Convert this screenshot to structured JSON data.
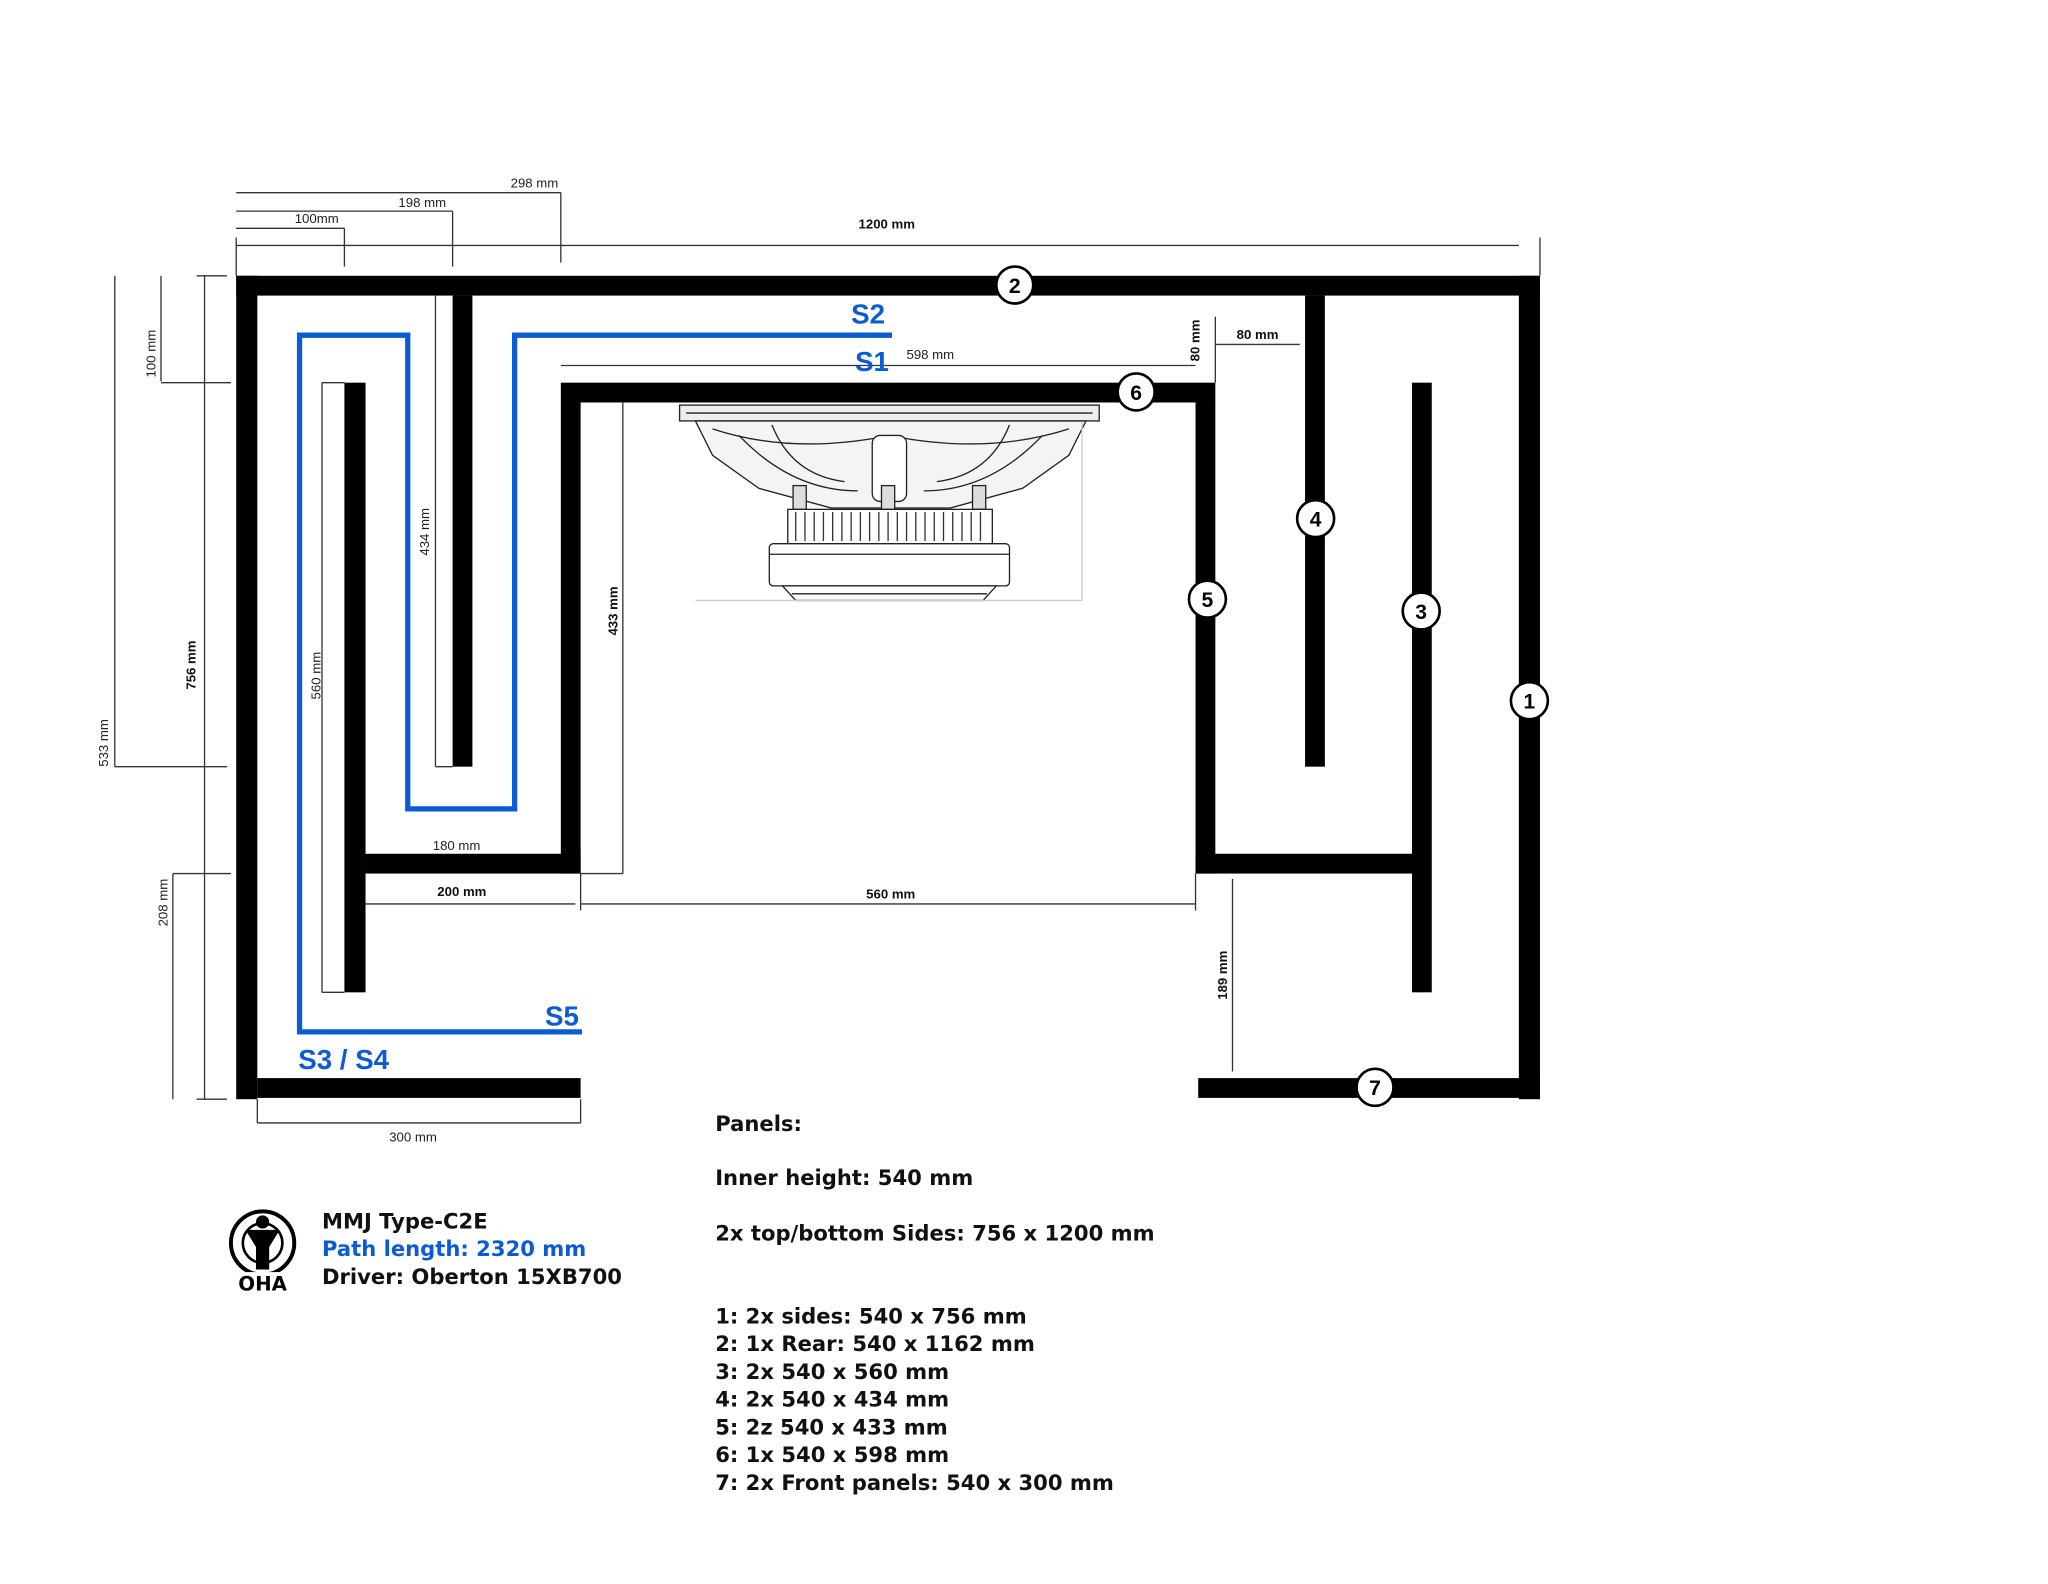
{
  "dimensions": {
    "d1200": "1200 mm",
    "d298": "298 mm",
    "d198": "198 mm",
    "d100top": "100mm",
    "d598": "598 mm",
    "d80h": "80 mm",
    "d80v": "80 mm",
    "d100left": "100 mm",
    "d756": "756 mm",
    "d533": "533 mm",
    "d208": "208 mm",
    "d434": "434 mm",
    "d560v": "560 mm",
    "d433": "433 mm",
    "d180": "180 mm",
    "d200": "200 mm",
    "d560h": "560 mm",
    "d189": "189 mm",
    "d300": "300 mm"
  },
  "panel_numbers": [
    "1",
    "2",
    "3",
    "4",
    "5",
    "6",
    "7"
  ],
  "sections": {
    "s1": "S1",
    "s2": "S2",
    "s5": "S5",
    "s34": "S3 / S4"
  },
  "design": {
    "name": "MMJ Type-C2E",
    "path_length": "Path length: 2320 mm",
    "driver": "Driver: Oberton 15XB700",
    "logo_text": "OHA"
  },
  "panels_info": {
    "heading": "Panels:",
    "inner_height": "Inner height: 540 mm",
    "top_bottom": "2x top/bottom Sides: 756 x 1200 mm",
    "list": [
      "1: 2x sides: 540 x 756 mm",
      "2: 1x Rear: 540 x 1162 mm",
      "3: 2x 540 x 560 mm",
      "4: 2x 540 x 434 mm",
      "5: 2z 540 x 433 mm",
      "6: 1x 540 x 598 mm",
      "7: 2x Front panels: 540 x 300 mm"
    ]
  },
  "colors": {
    "panel": "#000000",
    "path": "#0b5bd3",
    "dimension_line": "#333333"
  },
  "icons": [
    "woofer-driver-icon",
    "oha-logo-icon"
  ]
}
